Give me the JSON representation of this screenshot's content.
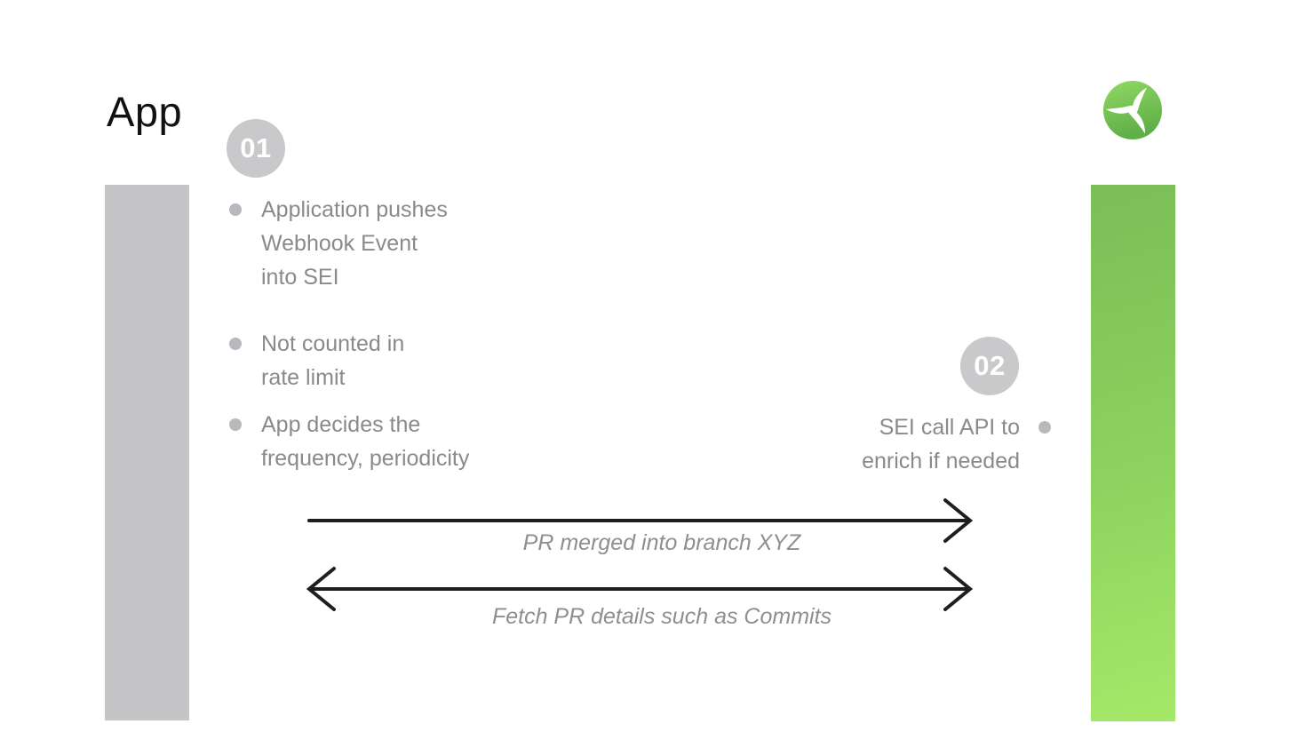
{
  "title": "App",
  "colors": {
    "title_text": "#111111",
    "muted_text": "#8a8a8e",
    "bullet_dot": "#b9b9bd",
    "step_circle_bg": "#c9c9cb",
    "step_circle_text": "#ffffff",
    "app_bar": "#c5c5c7",
    "sei_bar_gradient_top": "#7bbd57",
    "sei_bar_gradient_bottom": "#a5e969",
    "logo_green_top": "#92d966",
    "logo_green_bottom": "#5fae47",
    "arrow_stroke": "#1e1e20"
  },
  "logo": {
    "icon": "propeller-icon"
  },
  "steps": [
    {
      "number": "01"
    },
    {
      "number": "02"
    }
  ],
  "app_column": {
    "bullets": [
      {
        "lines": [
          "Application pushes",
          "Webhook Event",
          "into SEI"
        ]
      },
      {
        "lines": [
          "Not counted in",
          "rate limit"
        ]
      },
      {
        "lines": [
          "App decides the",
          "frequency, periodicity"
        ]
      }
    ]
  },
  "sei_column": {
    "bullets": [
      {
        "lines": [
          "SEI call API to",
          "enrich if needed"
        ]
      }
    ]
  },
  "arrows": [
    {
      "label": "PR merged into branch XYZ",
      "direction": "right"
    },
    {
      "label": "Fetch PR details such as Commits",
      "direction": "both"
    }
  ]
}
